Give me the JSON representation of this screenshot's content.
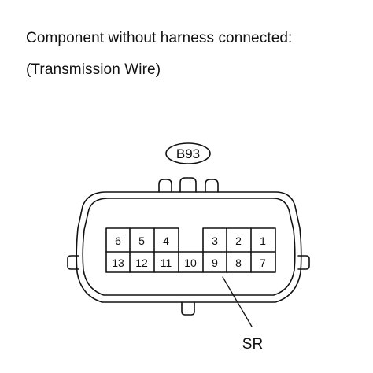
{
  "caption": {
    "line1": "Component without harness connected:",
    "line2": "(Transmission Wire)"
  },
  "connector": {
    "id": "B93",
    "pins_top_row": [
      "6",
      "5",
      "4",
      "",
      "3",
      "2",
      "1"
    ],
    "pins_bottom_row": [
      "13",
      "12",
      "11",
      "10",
      "9",
      "8",
      "7"
    ],
    "callout": {
      "label": "SR",
      "pin": "9"
    }
  },
  "colors": {
    "line": "#111111",
    "background": "#ffffff"
  }
}
